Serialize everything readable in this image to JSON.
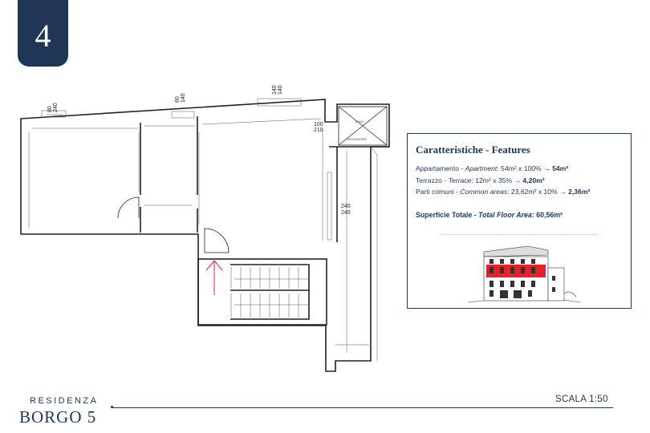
{
  "page_number": "4",
  "floor_plan": {
    "window_labels": [
      {
        "top": "80",
        "bottom": "240"
      },
      {
        "top": "60",
        "bottom": "140"
      },
      {
        "top": "140",
        "bottom": "140"
      },
      {
        "top": "100",
        "bottom": "210"
      },
      {
        "top": "240",
        "bottom": "240"
      }
    ],
    "elevator_label_1": "VANO",
    "elevator_label_2": "ASCENSORE"
  },
  "features": {
    "title": "Caratteristiche - Features",
    "rows": [
      {
        "label_it": "Appartamento - ",
        "label_en": "Apartment",
        "calc": ": 54m² x 100% → ",
        "result": "54m²"
      },
      {
        "label_it": "Terrazzo - ",
        "label_en": "Terrace",
        "calc": ": 12m² x 35% → ",
        "result": "4,20m²"
      },
      {
        "label_it": "Parti comuni - ",
        "label_en": "Common areas",
        "calc": ": 23,62m² x 10% → ",
        "result": "2,36m²"
      }
    ],
    "total_label_it": "Superficie Totale - ",
    "total_label_en": "Total Floor Area",
    "total_value": ": 60,56m²"
  },
  "brand": {
    "top": "RESIDENZA",
    "main": "BORGO 5"
  },
  "scale": "SCALA 1:50",
  "colors": {
    "navy": "#1f3656",
    "highlight_red": "#e8202a"
  }
}
